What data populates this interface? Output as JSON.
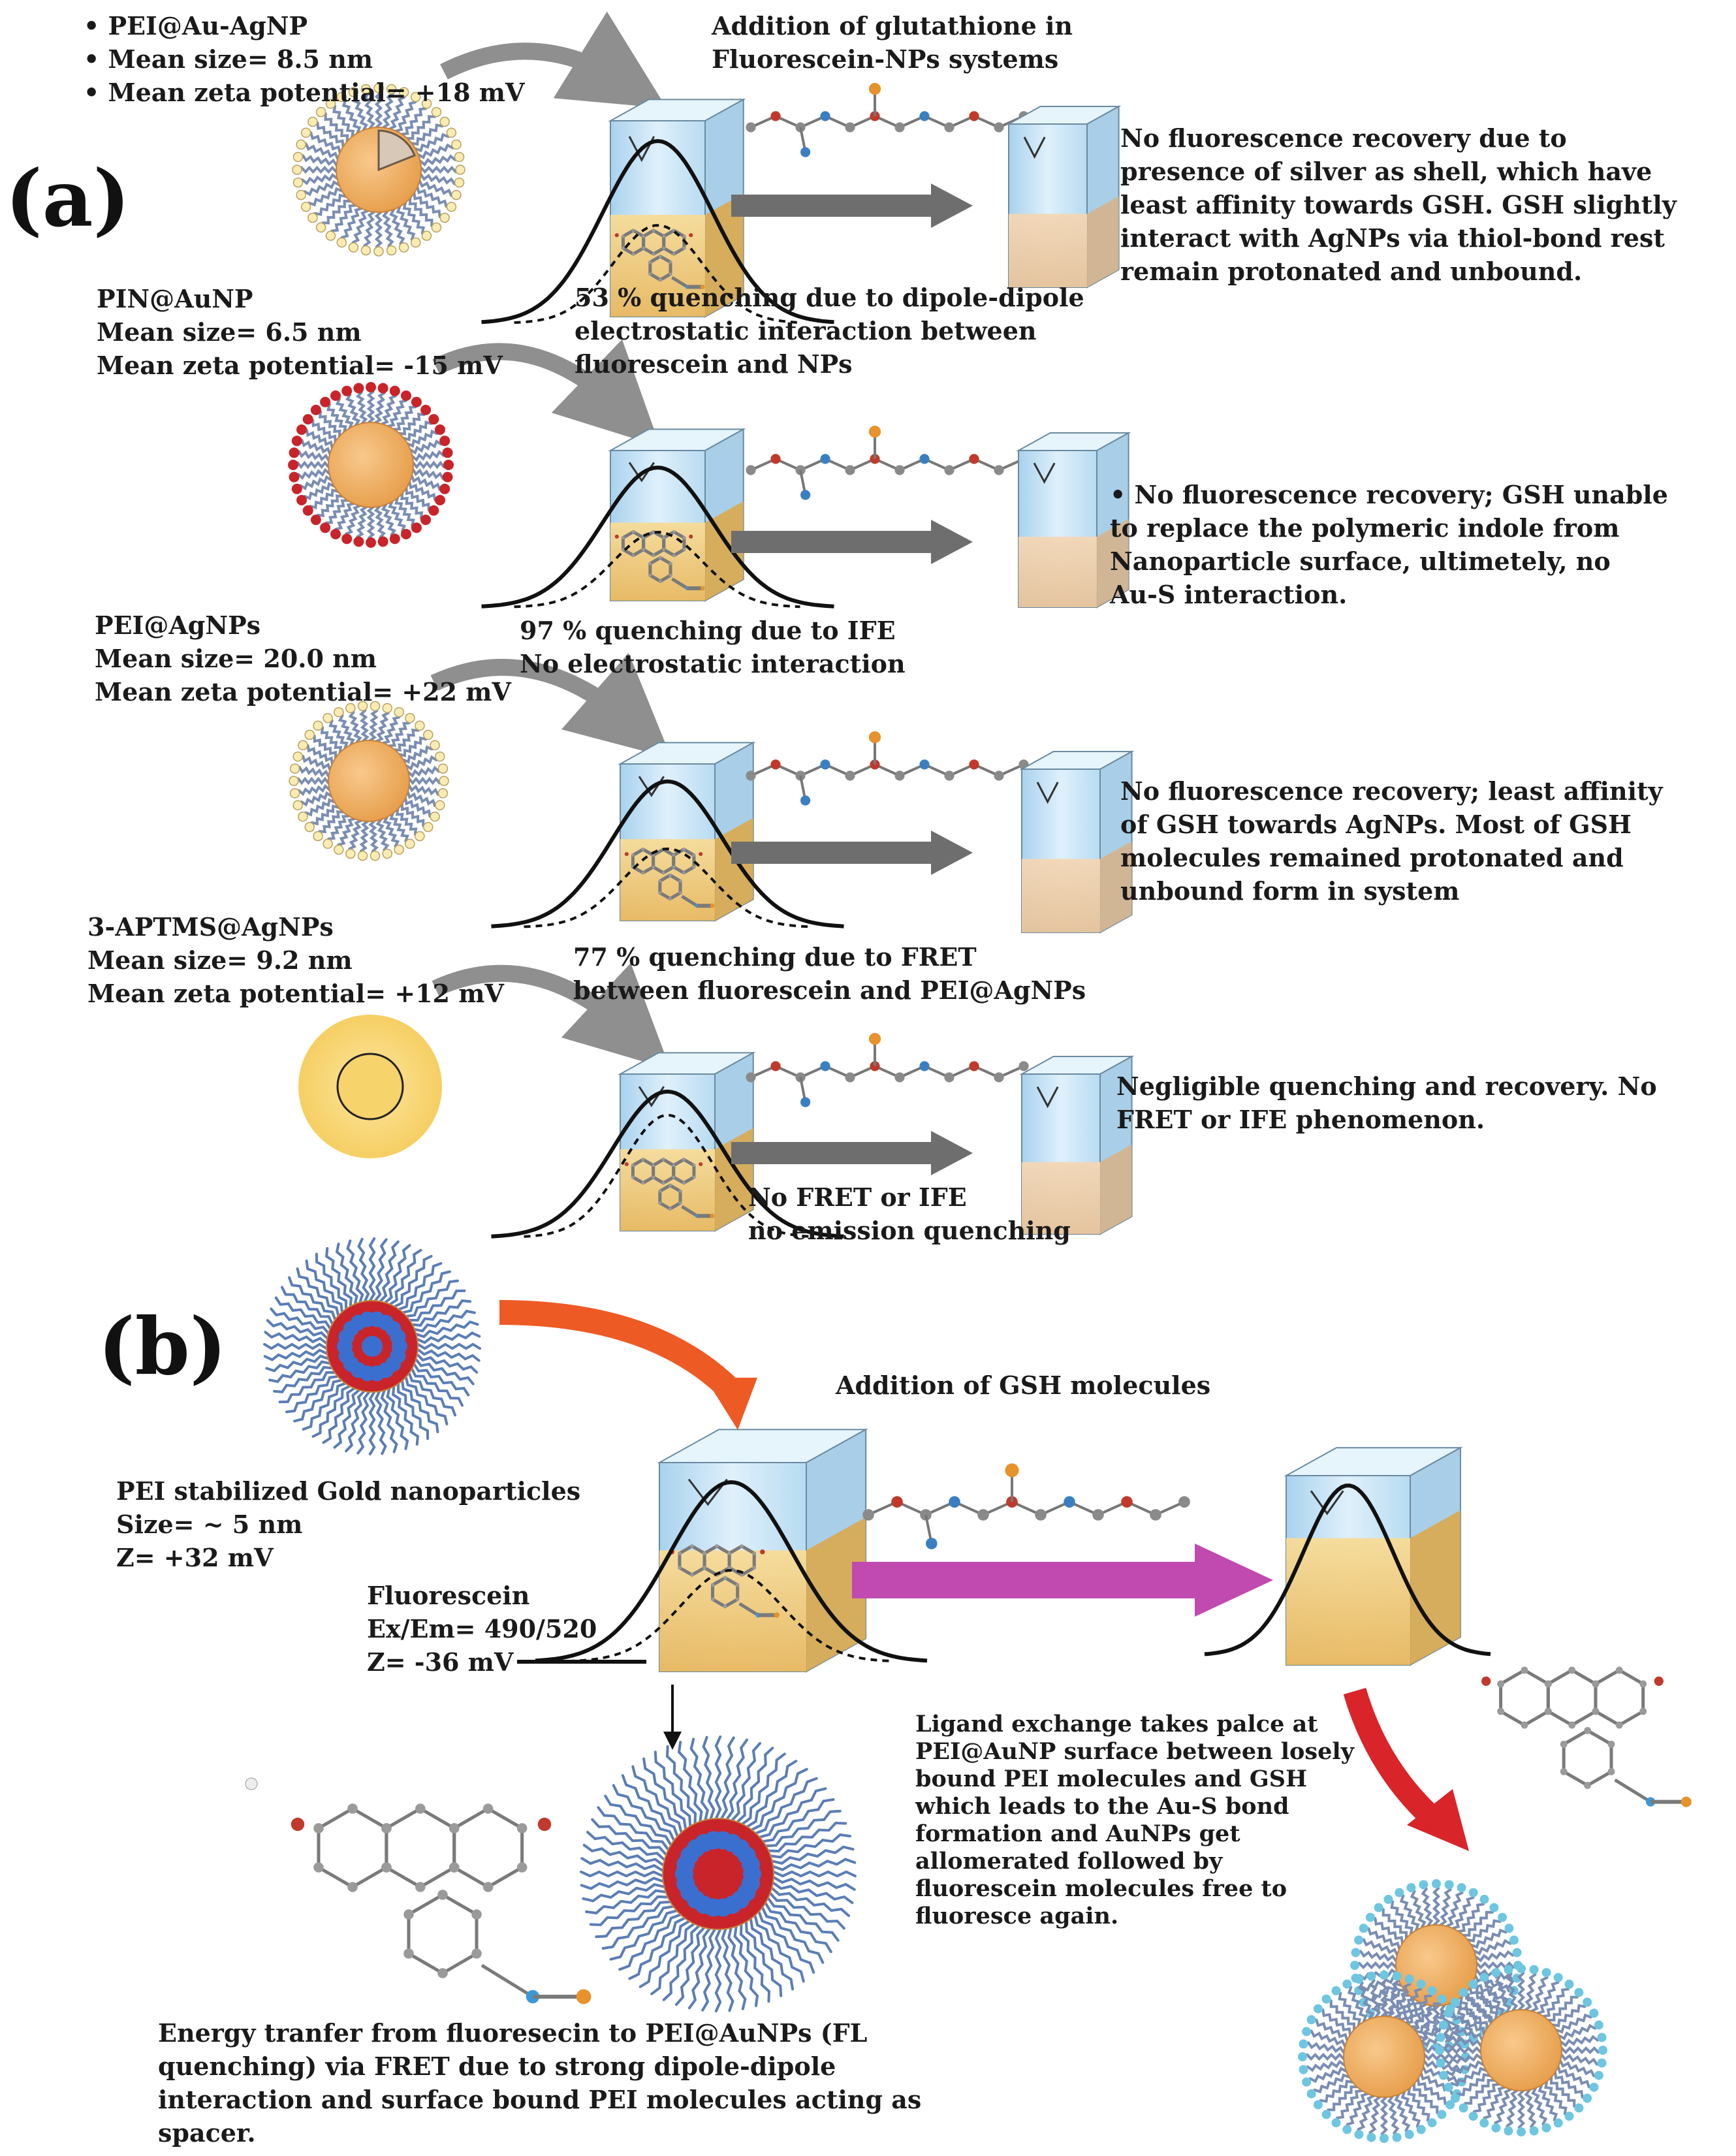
{
  "panel_a": {
    "label": "(a)",
    "header": {
      "line1": "Addition of glutathione in",
      "line2": "Fluorescein-NPs systems"
    },
    "rows": [
      {
        "np_lines": [
          "• PEI@Au-AgNP",
          "• Mean  size= 8.5 nm",
          "• Mean zeta potential= +18 mV"
        ],
        "quench_lines": [
          "53 % quenching due to dipole-dipole",
          "electrostatic interaction between",
          "fluorescein and NPs"
        ],
        "result_lines": [
          "No fluorescence recovery due to",
          "presence of silver as shell, which have",
          "least affinity towards GSH. GSH slightly",
          "interact with AgNPs via thiol-bond rest",
          "remain protonated and unbound."
        ]
      },
      {
        "np_lines": [
          "PIN@AuNP",
          "Mean size= 6.5 nm",
          "Mean zeta potential= -15 mV"
        ],
        "quench_lines": [
          "97 % quenching due to IFE",
          "No electrostatic interaction"
        ],
        "result_lines": [
          "• No fluorescence recovery;  GSH unable",
          "to replace the polymeric indole from",
          "Nanoparticle surface, ultimetely, no",
          "Au-S interaction."
        ]
      },
      {
        "np_lines": [
          "PEI@AgNPs",
          "Mean size= 20.0 nm",
          "Mean zeta potential= +22 mV"
        ],
        "quench_lines": [
          "77 % quenching due to FRET",
          "between fluorescein and PEI@AgNPs"
        ],
        "result_lines": [
          "No fluorescence recovery; least affinity",
          "of GSH towards AgNPs. Most of GSH",
          "molecules remained protonated and",
          "unbound form in system"
        ]
      },
      {
        "np_lines": [
          "3-APTMS@AgNPs",
          "Mean size= 9.2 nm",
          "Mean zeta potential= +12 mV"
        ],
        "quench_lines": [
          "No FRET or IFE",
          "no emission quenching"
        ],
        "result_lines": [
          "Negligible quenching and recovery. No",
          "FRET or IFE phenomenon."
        ]
      }
    ]
  },
  "panel_b": {
    "label": "(b)",
    "gsh_title": "Addition of GSH molecules",
    "np_lines": [
      "PEI stabilized Gold nanoparticles",
      "Size= ~ 5 nm",
      "Z= +32 mV"
    ],
    "fluor_lines": [
      "Fluorescein",
      "Ex/Em= 490/520",
      "Z= -36 mV"
    ],
    "exchange_lines": [
      "Ligand exchange takes palce at",
      "PEI@AuNP surface between losely",
      "bound PEI molecules and GSH",
      "which leads to the Au-S bond",
      "formation and AuNPs get",
      "allomerated followed by",
      "fluorescein molecules free to",
      "fluoresce again."
    ],
    "energy_lines": [
      "Energy tranfer from fluoresecin to PEI@AuNPs (FL",
      "quenching) via FRET due to strong dipole-dipole",
      "interaction and surface bound PEI molecules acting as",
      "spacer."
    ]
  },
  "colors": {
    "gray_arrow": "#8f8f8f",
    "orange_arrow": "#ee5a24",
    "magenta_arrow": "#c04ab0",
    "red_arrow": "#d9242a",
    "gold_core": "#f0ab5c",
    "ligand_blue": "#7a8db3",
    "cuvette_blue": "#c7e2f4",
    "liquid_yellow": "#f3cf7c"
  }
}
